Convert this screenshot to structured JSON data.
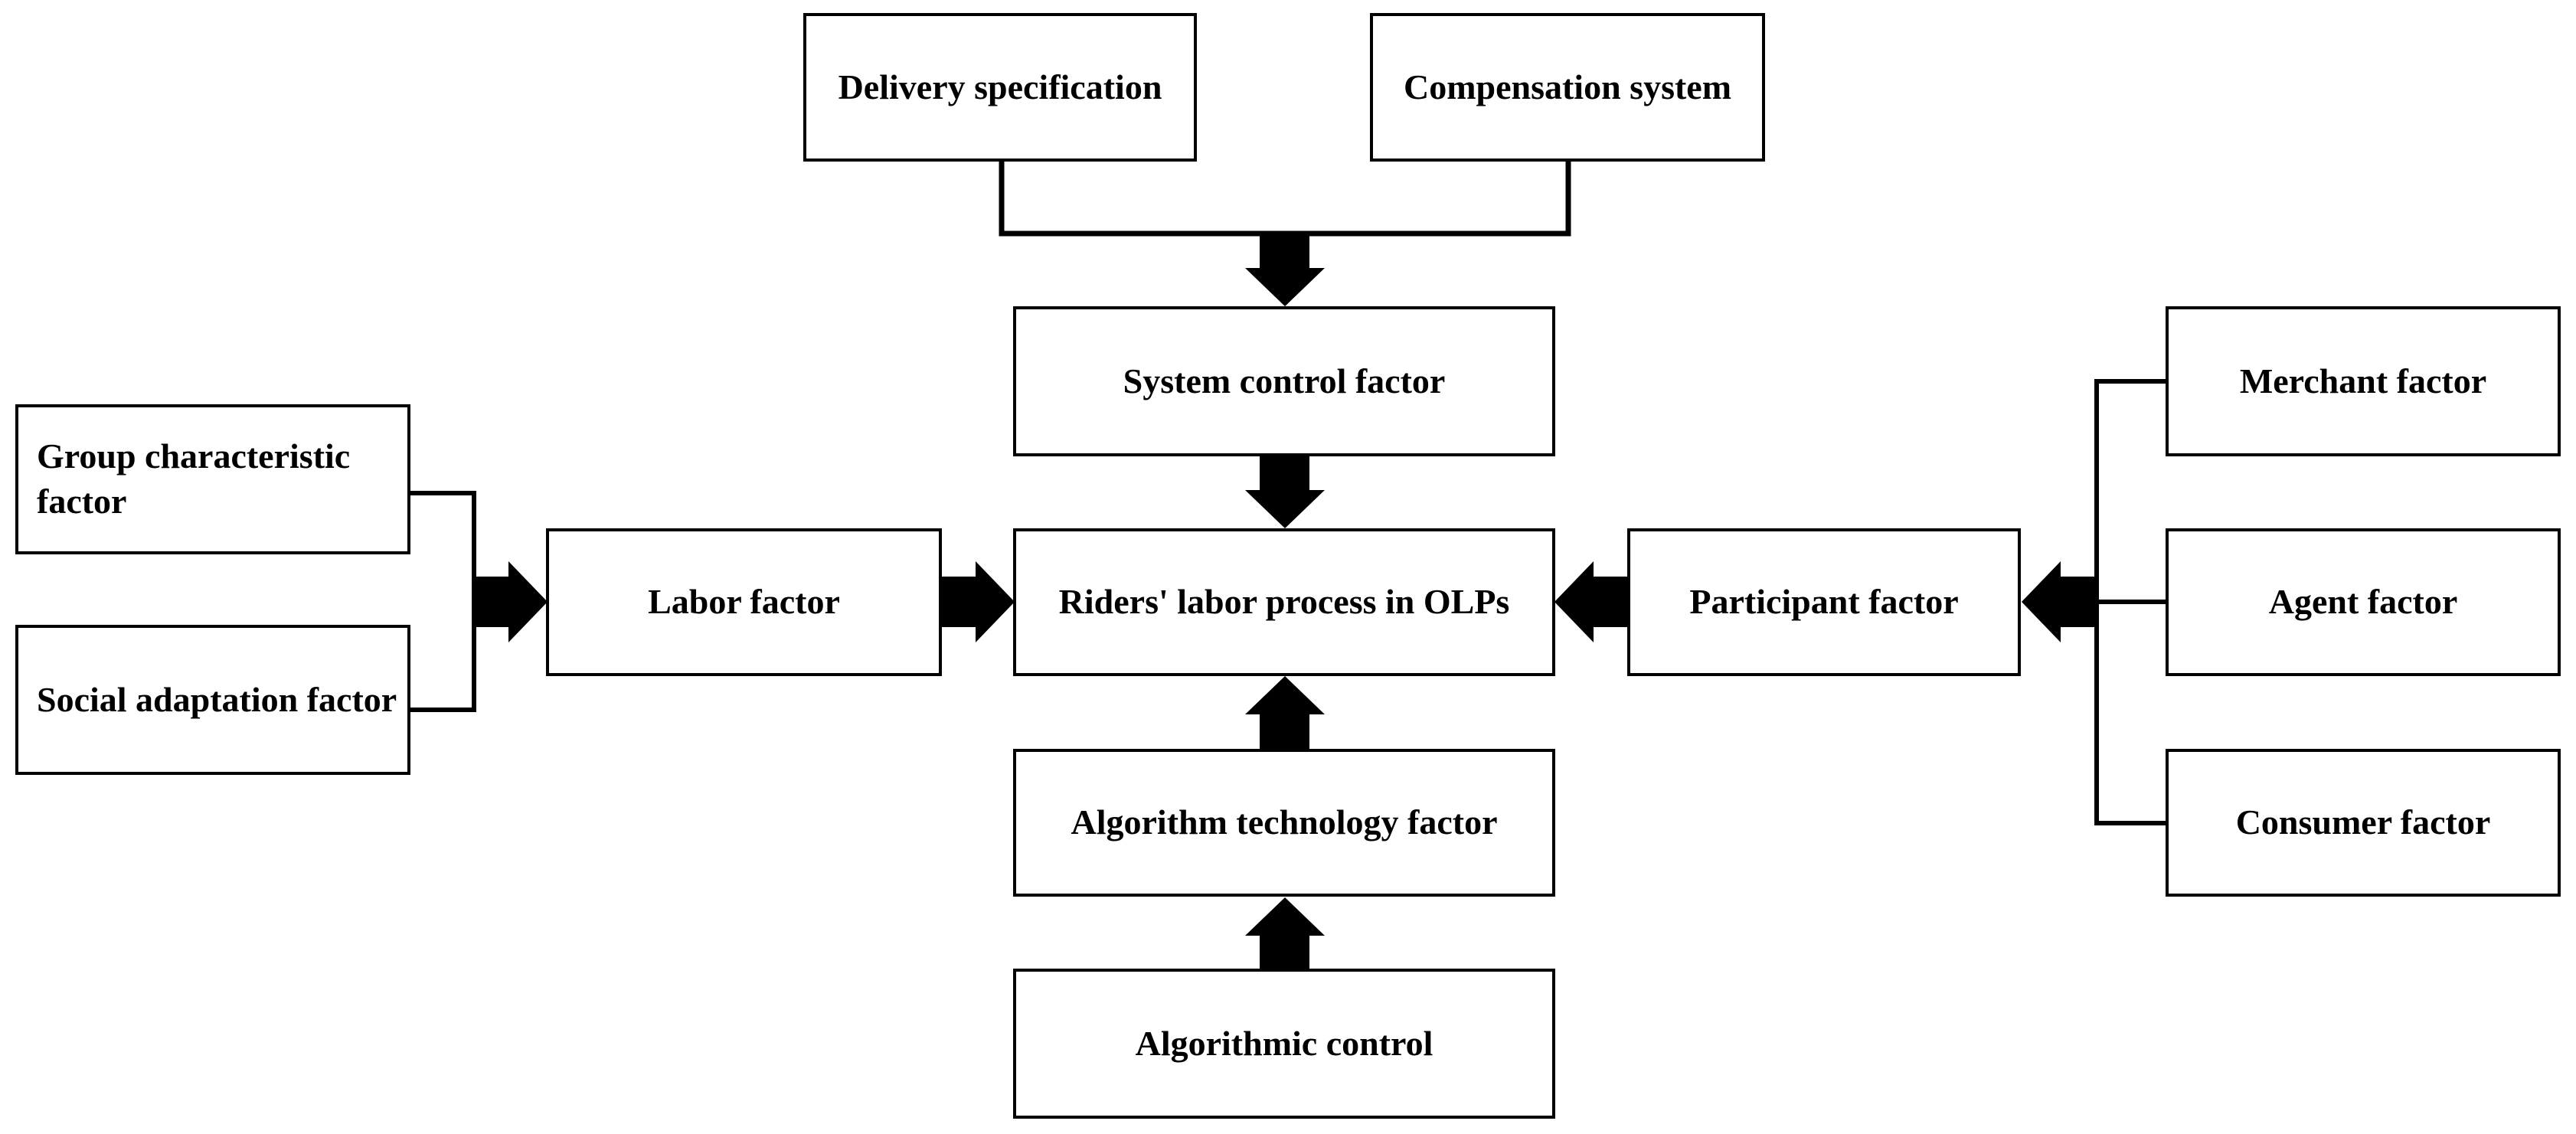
{
  "nodes": {
    "delivery_specification": "Delivery specification",
    "compensation_system": "Compensation system",
    "system_control_factor": "System control factor",
    "group_characteristic_factor": "Group characteristic factor",
    "social_adaptation_factor": "Social adaptation factor",
    "labor_factor": "Labor factor",
    "riders_labor_process": "Riders' labor process in OLPs",
    "participant_factor": "Participant factor",
    "merchant_factor": "Merchant factor",
    "agent_factor": "Agent factor",
    "consumer_factor": "Consumer factor",
    "algorithm_technology_factor": "Algorithm technology factor",
    "algorithmic_control": "Algorithmic control"
  },
  "edges": [
    {
      "from": [
        "delivery_specification",
        "compensation_system"
      ],
      "to": "system_control_factor"
    },
    {
      "from": [
        "system_control_factor"
      ],
      "to": "riders_labor_process"
    },
    {
      "from": [
        "group_characteristic_factor",
        "social_adaptation_factor"
      ],
      "to": "labor_factor"
    },
    {
      "from": [
        "labor_factor"
      ],
      "to": "riders_labor_process"
    },
    {
      "from": [
        "merchant_factor",
        "agent_factor",
        "consumer_factor"
      ],
      "to": "participant_factor"
    },
    {
      "from": [
        "participant_factor"
      ],
      "to": "riders_labor_process"
    },
    {
      "from": [
        "algorithmic_control"
      ],
      "to": "algorithm_technology_factor"
    },
    {
      "from": [
        "algorithm_technology_factor"
      ],
      "to": "riders_labor_process"
    }
  ],
  "colors": {
    "stroke": "#000000",
    "fill": "#ffffff",
    "text": "#000000"
  }
}
